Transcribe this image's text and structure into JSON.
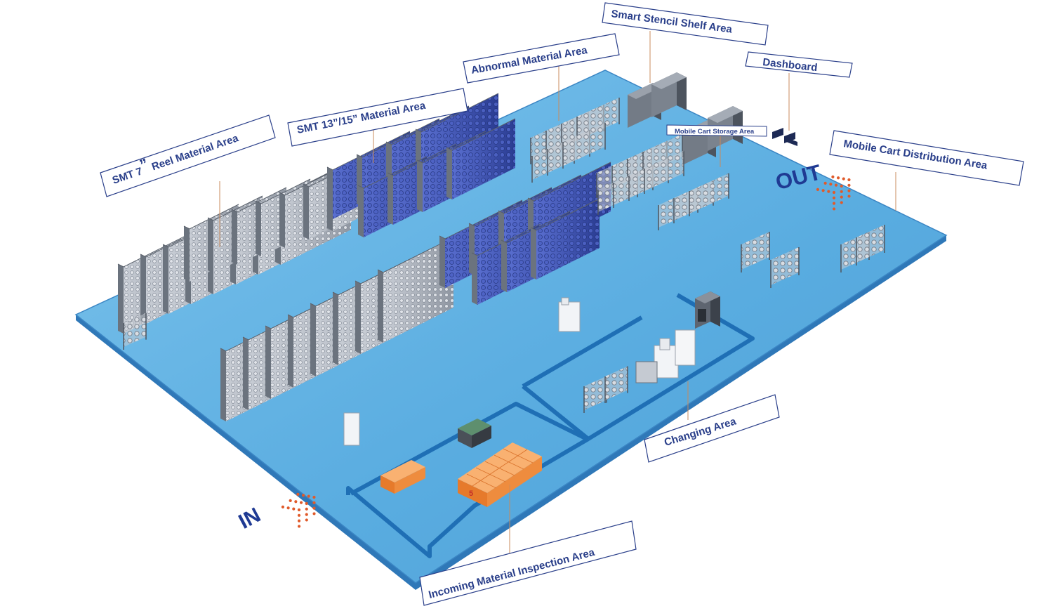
{
  "labels": {
    "smt7": {
      "prefix": "SMT 7",
      "mark": "”",
      "suffix": " Reel Material Area"
    },
    "smt1315": "SMT 13”/15” Material Area",
    "abnormal": "Abnormal Material Area",
    "stencil": "Smart Stencil Shelf Area",
    "dashboard": "Dashboard",
    "mobile_storage": "Mobile Cart Storage Area",
    "mobile_distribution": "Mobile Cart Distribution Area",
    "changing": "Changing Area",
    "incoming": "Incoming Material Inspection Area",
    "in": "IN",
    "out": "OUT",
    "box_number": "5"
  },
  "colors": {
    "floor": "#5aaee0",
    "floor_edge": "#3b86c4",
    "floor_side": "#2f78b8",
    "lane": "#1f6fb5",
    "label_text": "#2a3f8a",
    "grey_rack": "#9aa1ab",
    "blue_rack": "#3a4fb0",
    "arrow": "#e05a2a",
    "box": "#f08a3c"
  },
  "icons": {
    "in_arrows": "chevron-arrows-icon",
    "out_arrows": "chevron-arrows-icon",
    "dashboard_screens": "monitor-icon"
  }
}
